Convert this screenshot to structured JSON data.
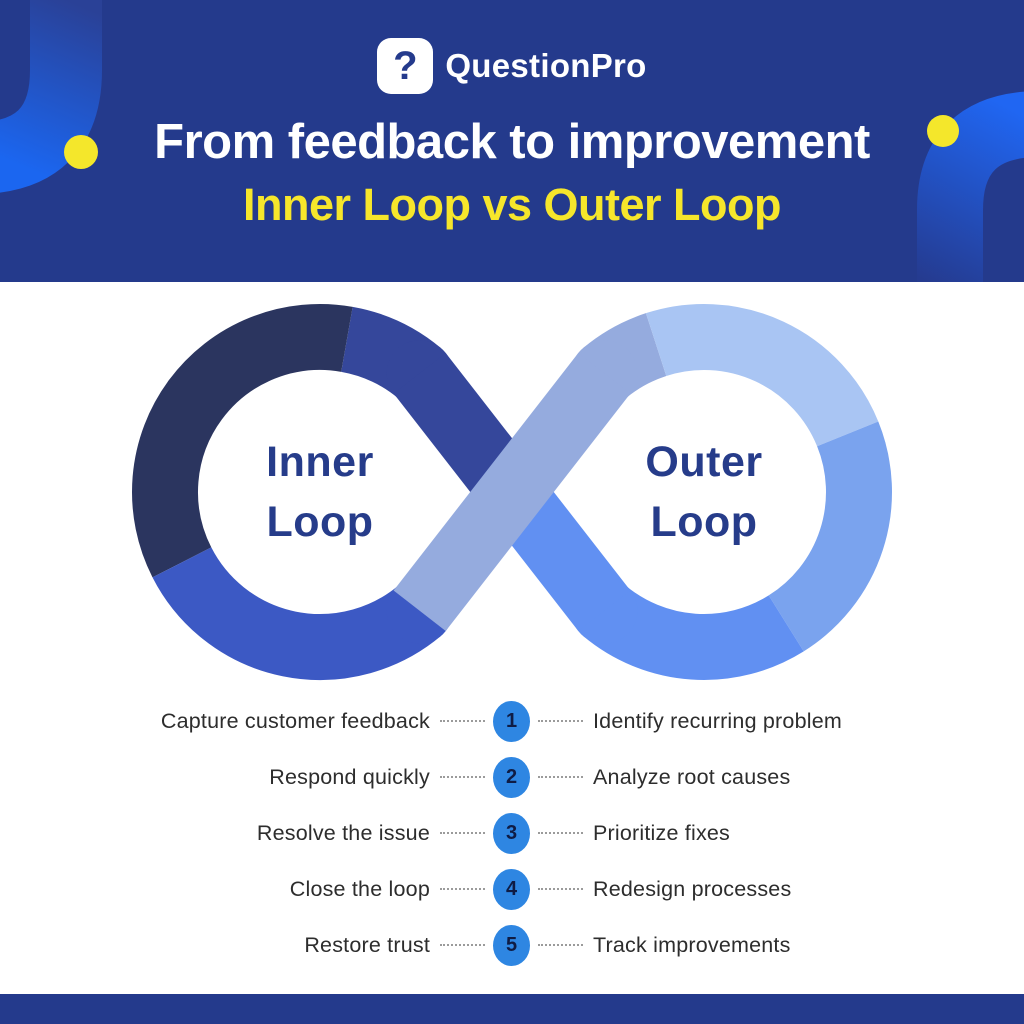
{
  "header": {
    "brand": "QuestionPro",
    "logo_glyph": "?",
    "title": "From feedback to improvement",
    "subtitle": "Inner Loop vs Outer Loop"
  },
  "loop": {
    "inner_label_line1": "Inner",
    "inner_label_line2": "Loop",
    "outer_label_line1": "Outer",
    "outer_label_line2": "Loop"
  },
  "steps": [
    {
      "num": "1",
      "left": "Capture customer feedback",
      "right": "Identify recurring problem"
    },
    {
      "num": "2",
      "left": "Respond quickly",
      "right": "Analyze root causes"
    },
    {
      "num": "3",
      "left": "Resolve the issue",
      "right": "Prioritize fixes"
    },
    {
      "num": "4",
      "left": "Close the loop",
      "right": "Redesign processes"
    },
    {
      "num": "5",
      "left": "Restore trust",
      "right": "Track improvements"
    }
  ],
  "colors": {
    "header_bg": "#243a8c",
    "footer_bg": "#243a8c",
    "title_text": "#ffffff",
    "subtitle_text": "#f6e62b",
    "accent_yellow_dot": "#f4e72b",
    "deco_bright_blue": "#2066f2",
    "badge_blue": "#2e86e2",
    "badge_number": "#0f1c44",
    "loop_label_text": "#263c8a",
    "ring_dark_navy": "#2b355f",
    "ring_medium_navy": "#35479b",
    "ring_royal_blue": "#3c59c4",
    "ring_periwinkle": "#95abde",
    "ring_light_blue": "#a9c5f3",
    "ring_mid_blue": "#7aa3ee",
    "ring_cornflower": "#6190f2"
  }
}
